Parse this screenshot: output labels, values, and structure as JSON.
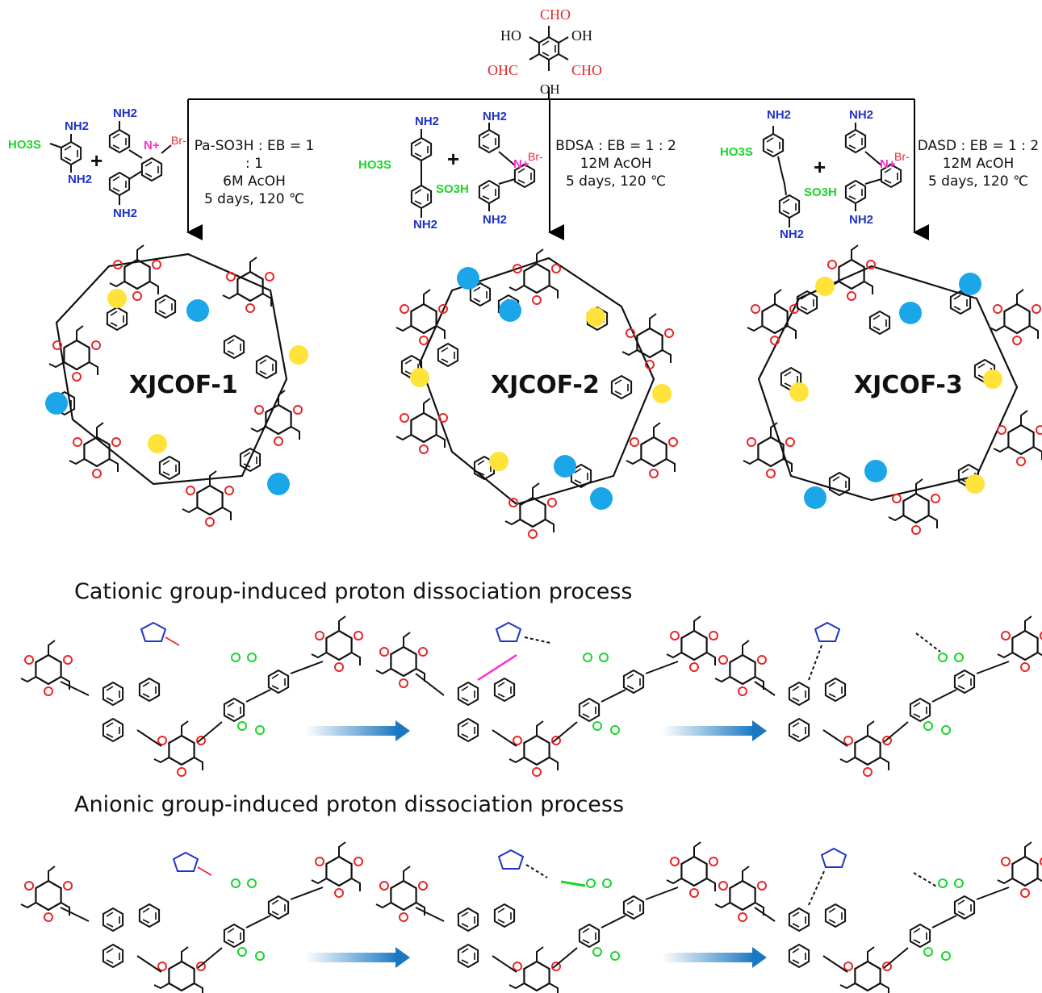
{
  "aldehyde": {
    "groups": [
      "CHO",
      "HO",
      "OH",
      "OHC",
      "CHO",
      "OH"
    ]
  },
  "routes": [
    {
      "monomer_labels": [
        "NH2",
        "HO3S",
        "NH2"
      ],
      "eb_labels": [
        "NH2",
        "N+",
        "Br-",
        "NH2"
      ],
      "conditions": [
        "Pa-SO3H : EB = 1 : 1",
        "6M AcOH",
        "5 days, 120 ℃"
      ],
      "product": "XJCOF-1"
    },
    {
      "monomer_labels": [
        "NH2",
        "HO3S",
        "SO3H",
        "NH2"
      ],
      "eb_labels": [
        "NH2",
        "N+",
        "Br-",
        "NH2"
      ],
      "conditions": [
        "BDSA : EB = 1 : 2",
        "12M AcOH",
        "5 days, 120 ℃"
      ],
      "product": "XJCOF-2"
    },
    {
      "monomer_labels": [
        "NH2",
        "HO3S",
        "SO3H",
        "NH2"
      ],
      "eb_labels": [
        "NH2",
        "N+",
        "Br-",
        "NH2"
      ],
      "conditions": [
        "DASD : EB = 1 : 2",
        "12M AcOH",
        "5 days, 120 ℃"
      ],
      "product": "XJCOF-3"
    }
  ],
  "plus_sign": "+",
  "processes": [
    {
      "title": "Cationic group-induced proton dissociation process"
    },
    {
      "title": "Anionic group-induced proton dissociation process"
    }
  ],
  "colors": {
    "aldehyde": "#e8262a",
    "amine": "#1f33c8",
    "sulfonic": "#19d62a",
    "cation": "#ff2bd0",
    "sulfonate_highlight": "#1aa6e8",
    "cation_highlight": "#ffe23a",
    "arrow": "#1a78c2"
  }
}
